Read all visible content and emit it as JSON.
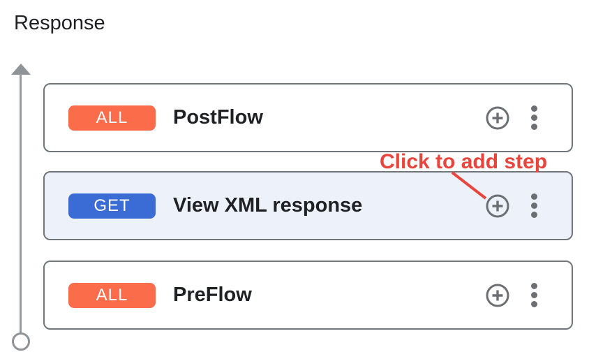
{
  "header": {
    "title": "Response"
  },
  "flow": {
    "cards": [
      {
        "badge": "ALL",
        "badge_color": "#fb6c4a",
        "label": "PostFlow",
        "highlighted": false
      },
      {
        "badge": "GET",
        "badge_color": "#3b6cd6",
        "label": "View XML response",
        "highlighted": true
      },
      {
        "badge": "ALL",
        "badge_color": "#fb6c4a",
        "label": "PreFlow",
        "highlighted": false
      }
    ],
    "icons": {
      "add_step": "plus-circle-icon",
      "more_options": "kebab-menu-icon",
      "direction": "up-arrow-with-start-circle"
    }
  },
  "annotation": {
    "text": "Click to add step",
    "color": "#e8453c"
  },
  "colors": {
    "text": "#202124",
    "card_border": "#70757a",
    "highlight_card_bg": "#ecf1fa",
    "icon_gray": "#6b6f73",
    "axis_gray": "#8f9397",
    "badge_all": "#fb6c4a",
    "badge_get": "#3b6cd6",
    "annotation_red": "#e8453c"
  }
}
